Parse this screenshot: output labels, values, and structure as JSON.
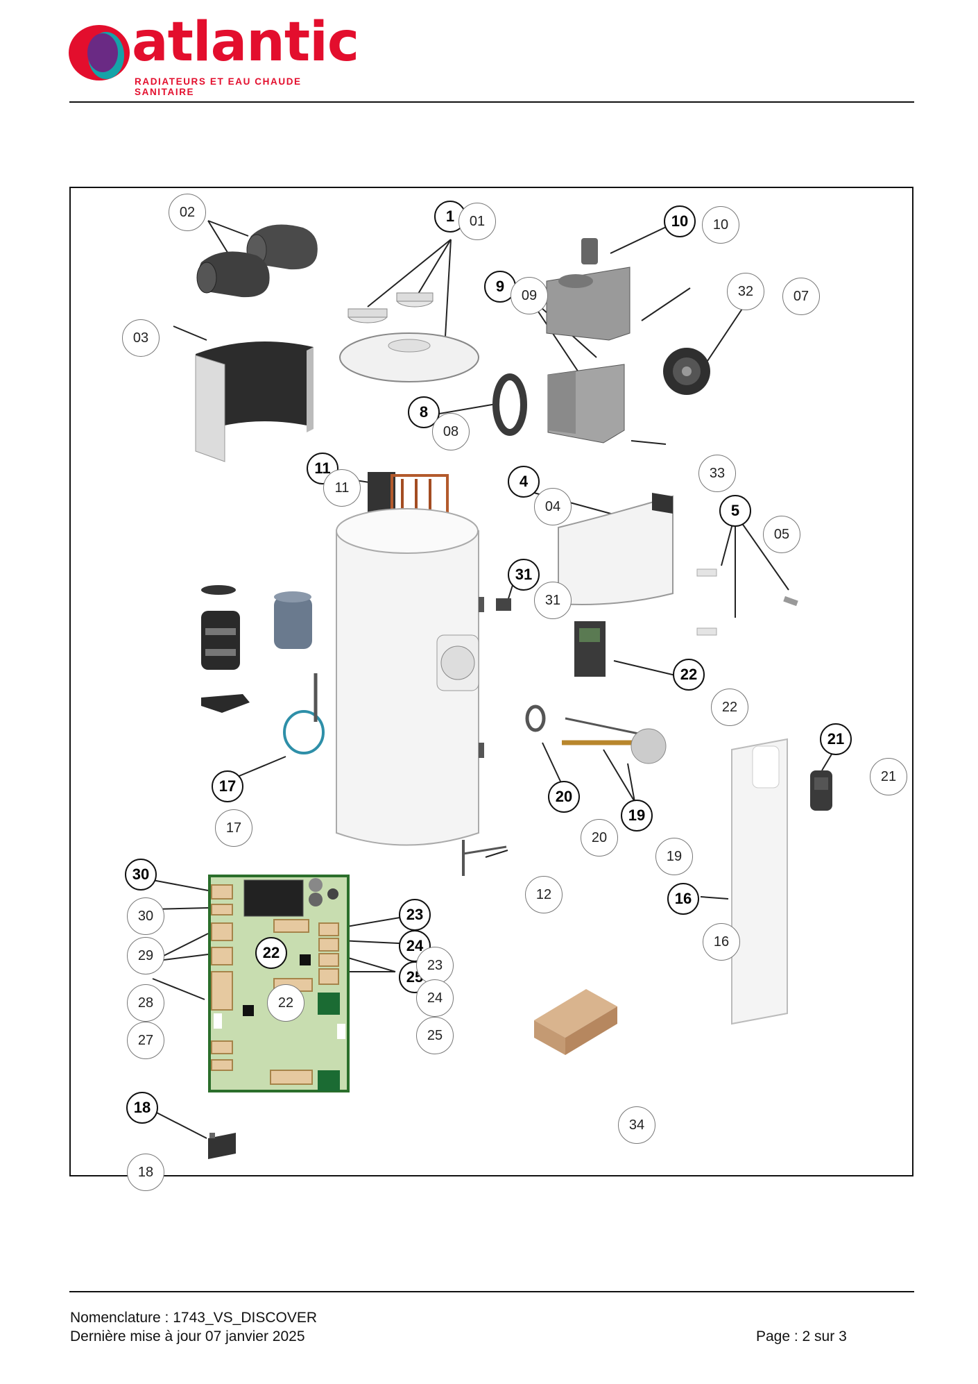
{
  "header": {
    "brand": "atlantic",
    "tagline": "RADIATEURS ET EAU CHAUDE SANITAIRE"
  },
  "callouts": {
    "c_1": "1",
    "c_01": "01",
    "c_02": "02",
    "c_03": "03",
    "c_4": "4",
    "c_04": "04",
    "c_5": "5",
    "c_05": "05",
    "c_07": "07",
    "c_8": "8",
    "c_08": "08",
    "c_9": "9",
    "c_09": "09",
    "c_10b": "10",
    "c_10": "10",
    "c_11b": "11",
    "c_11": "11",
    "c_12": "12",
    "c_16b": "16",
    "c_16": "16",
    "c_17b": "17",
    "c_17": "17",
    "c_18b": "18",
    "c_18": "18",
    "c_19b": "19",
    "c_19": "19",
    "c_20b": "20",
    "c_20": "20",
    "c_21b": "21",
    "c_21": "21",
    "c_22b": "22",
    "c_22": "22",
    "c_22pb": "22",
    "c_22p": "22",
    "c_23b": "23",
    "c_23": "23",
    "c_24b": "24",
    "c_24": "24",
    "c_25b": "25",
    "c_25": "25",
    "c_27": "27",
    "c_28": "28",
    "c_29": "29",
    "c_30b": "30",
    "c_30": "30",
    "c_31b": "31",
    "c_31": "31",
    "c_32": "32",
    "c_33": "33",
    "c_34": "34"
  },
  "footer": {
    "nomenclature": "Nomenclature : 1743_VS_DISCOVER",
    "updated": "Dernière mise à jour 07 janvier 2025",
    "page": "Page : 2 sur 3"
  },
  "colors": {
    "brand_red": "#e30e2d",
    "logo_purple": "#6a2a84",
    "logo_teal": "#15a3a8",
    "pcb_green": "#c8ddb0"
  }
}
